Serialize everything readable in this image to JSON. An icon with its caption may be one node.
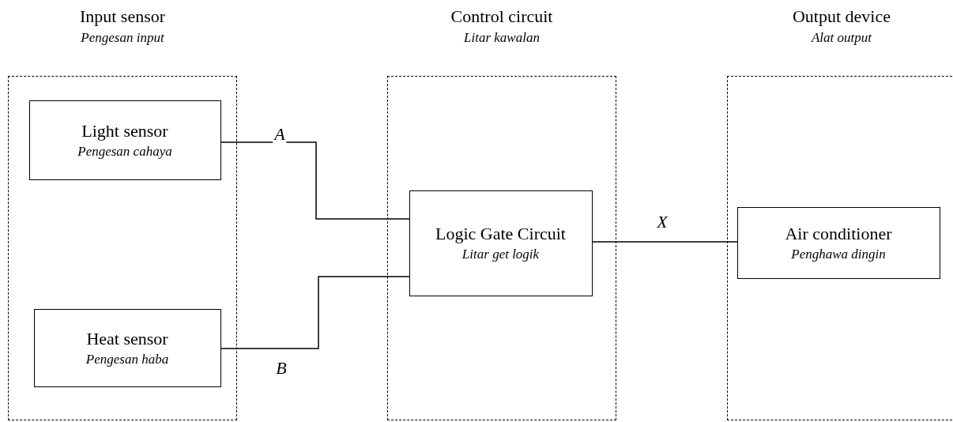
{
  "diagram": {
    "nodes": [
      {
        "text": [
          "Input sensor",
          "Pengesan input"
        ]
      },
      {
        "text": [
          "Light sensor",
          "Pengesan cahaya"
        ],
        "in": 0
      },
      {
        "text": [
          "Heat sensor",
          "Pengesan haba"
        ],
        "in": 0
      },
      {
        "text": [
          "Control circuit",
          "Litar kawalan"
        ]
      },
      {
        "text": [
          "Logic Gate Circuit",
          "Litar get logik"
        ],
        "in": 3
      },
      {
        "text": [
          "Output device",
          "Alat output"
        ]
      },
      {
        "text": [
          "Air conditioner",
          "Penghawa dingin"
        ],
        "in": 5
      }
    ],
    "edges": [
      {
        "from": 1,
        "to": 4,
        "arrow": "none",
        "label": "A"
      },
      {
        "from": 2,
        "to": 4,
        "arrow": "none",
        "label": "B"
      },
      {
        "from": 4,
        "to": 6,
        "arrow": "none",
        "label": "X"
      }
    ]
  }
}
